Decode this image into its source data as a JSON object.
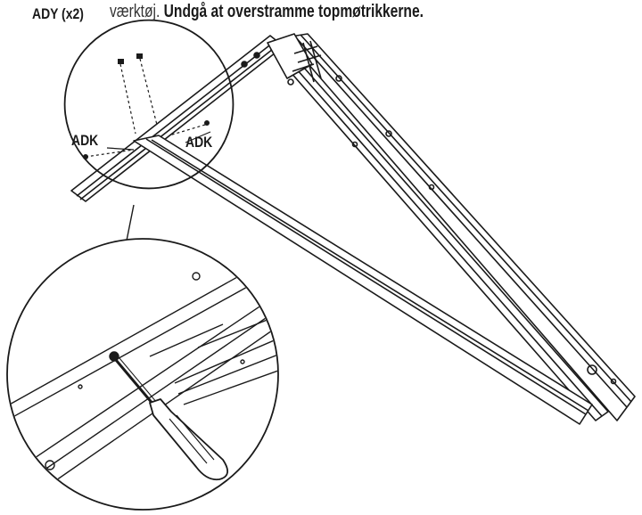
{
  "labels": {
    "ady": "ADY (x2)",
    "adk_left": "ADK",
    "adk_right": "ADK"
  },
  "instruction": {
    "normal": "værktøj. ",
    "bold": "Undgå at overstramme topmøtrikkerne."
  },
  "colors": {
    "ink": "#1a1a1a",
    "background": "#ffffff"
  },
  "icons": [
    "screwdriver-icon",
    "bolt-icon"
  ]
}
